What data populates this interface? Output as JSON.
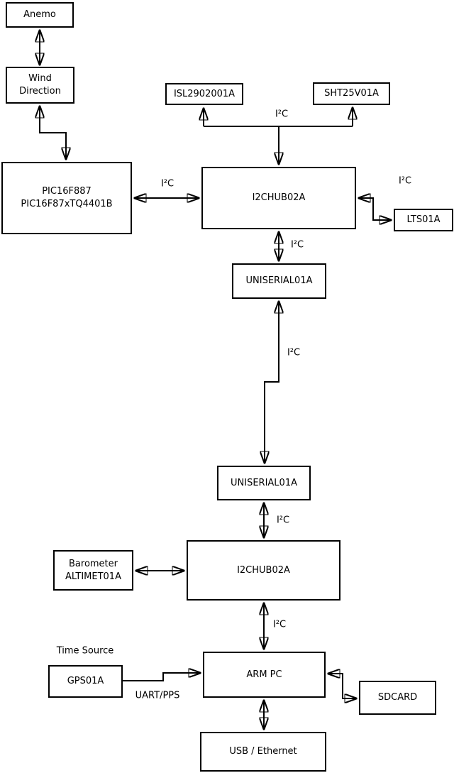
{
  "diagram": {
    "colors": {
      "background": "#ffffff",
      "line": "#000000",
      "box_fill": "#ffffff",
      "text": "#000000"
    },
    "nodes": {
      "anemo": {
        "label": "Anemo"
      },
      "wind_direction": {
        "line1": "Wind",
        "line2": "Direction"
      },
      "pic": {
        "line1": "PIC16F887",
        "line2": "PIC16F87xTQ4401B"
      },
      "isl": {
        "label": "ISL2902001A"
      },
      "sht": {
        "label": "SHT25V01A"
      },
      "i2c_hub_top": {
        "label": "I2CHUB02A"
      },
      "lts": {
        "label": "LTS01A"
      },
      "uniserial_top": {
        "label": "UNISERIAL01A"
      },
      "uniserial_bottom": {
        "label": "UNISERIAL01A"
      },
      "i2c_hub_bottom": {
        "label": "I2CHUB02A"
      },
      "barometer": {
        "line1": "Barometer",
        "line2": "ALTIMET01A"
      },
      "gps": {
        "label": "GPS01A"
      },
      "arm_pc": {
        "label": "ARM PC"
      },
      "sdcard": {
        "label": "SDCARD"
      },
      "usb_ethernet": {
        "label": "USB / Ethernet"
      }
    },
    "edge_labels": {
      "sensor_bus": "I²C",
      "pic_hub": "I²C",
      "hub_lts": "I²C",
      "hub_uniserial_top": "I²C",
      "uniserial_link": "I²C",
      "uniserial_hub_bottom": "I²C",
      "hub_arm": "I²C",
      "time_source": "Time Source",
      "gps_arm": "UART/PPS"
    }
  }
}
